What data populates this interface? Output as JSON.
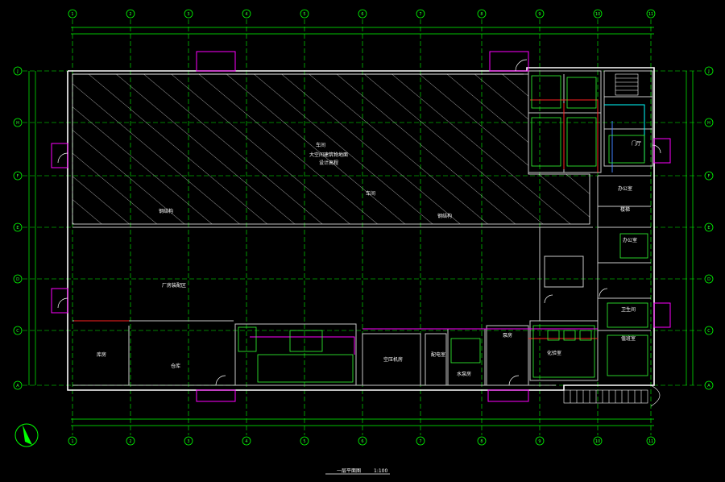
{
  "colors": {
    "background": "#000000",
    "grid": "#00ff00",
    "wall": "#ffffff",
    "hatch": "#ffffff",
    "partition": "#c8c8c8",
    "pipe_red": "#ff2020",
    "pipe_magenta": "#ff00ff",
    "pipe_cyan": "#00ffff",
    "pipe_blue": "#4080ff",
    "equipment": "#33ff33"
  },
  "grid_axes": {
    "columns": [
      "1",
      "2",
      "3",
      "4",
      "5",
      "6",
      "7",
      "8",
      "9",
      "10",
      "11"
    ],
    "rows": [
      "J",
      "H",
      "F",
      "E",
      "D",
      "C",
      "A"
    ]
  },
  "room_labels": {
    "hatched_zone_title": "车间",
    "hatched_zone_line1": "大空间建筑物地面",
    "hatched_zone_line2": "设计高程",
    "hatched_zone_right": "车间",
    "hatched_zone_bottom_left": "钢结构",
    "hatched_zone_bottom_right": "钢结构",
    "main_hall": "厂房装配区",
    "room_a": "库房",
    "room_b": "仓库",
    "room_c": "空压机房",
    "room_d": "配电室",
    "room_e": "水泵房",
    "room_f": "泵房",
    "room_g": "化验室",
    "room_h": "门厅",
    "room_i": "办公室",
    "room_j": "办公室",
    "room_k": "楼梯",
    "room_l": "卫生间",
    "room_m": "值班室"
  },
  "title_block": {
    "title": "一层平面图",
    "scale": "1:100"
  }
}
